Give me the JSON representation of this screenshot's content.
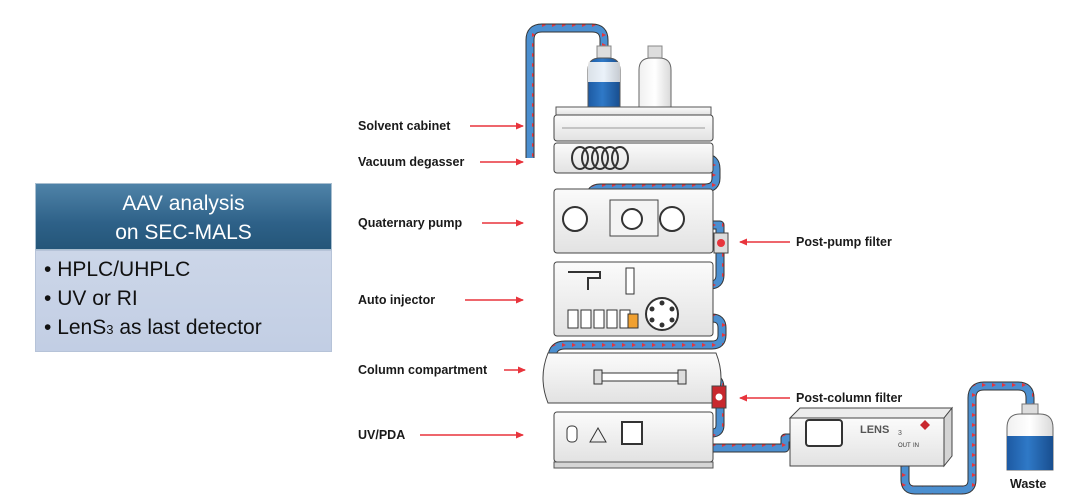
{
  "card": {
    "title_line1": "AAV analysis",
    "title_line2": "on SEC-MALS",
    "bullets": [
      {
        "text": "HPLC/UHPLC"
      },
      {
        "text": "UV or RI"
      },
      {
        "text_before": "LenS",
        "subscript": "3",
        "text_after": " as last detector"
      }
    ],
    "bullet_char": "•"
  },
  "labels": {
    "solvent_cabinet": "Solvent cabinet",
    "vacuum_degasser": "Vacuum degasser",
    "quaternary_pump": "Quaternary pump",
    "auto_injector": "Auto injector",
    "column_compartment": "Column compartment",
    "uv_pda": "UV/PDA",
    "post_pump_filter": "Post-pump filter",
    "post_column_filter": "Post-column filter",
    "waste": "Waste"
  },
  "detector": {
    "brand": "LENS",
    "brand_sub": "3",
    "port_out": "OUT",
    "port_in": "IN"
  },
  "colors": {
    "arrow": "#e8343c",
    "tubing": "#4b8fd0",
    "tubing_border": "#3b3b3b",
    "solvent_blue": "#1b5fad",
    "card_header": "#2e6188",
    "card_body": "#c5d0e6"
  }
}
